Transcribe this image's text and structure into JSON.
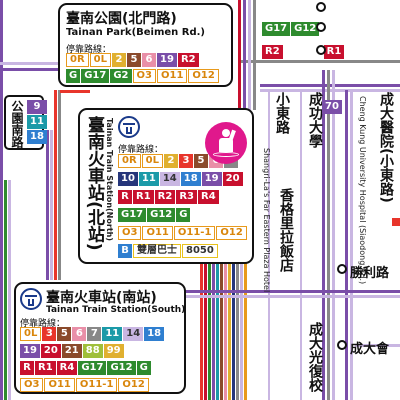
{
  "station_beimen": {
    "name_zh": "臺南公園(北門路)",
    "name_en": "Tainan Park(Beimen Rd.)",
    "label": "停靠路線：",
    "row1": [
      "0R",
      "0L",
      "2",
      "5",
      "6",
      "19",
      "R2"
    ],
    "row2": [
      "G",
      "G17",
      "G2",
      "O3",
      "O11",
      "O12"
    ]
  },
  "station_north": {
    "name_zh": "臺南火車站(北站)",
    "name_en": "Tainan Train Station(North)",
    "label": "停靠路線：",
    "row1": [
      "0R",
      "0L",
      "2",
      "3",
      "5",
      "6",
      "7"
    ],
    "row2": [
      "10",
      "11",
      "14",
      "18",
      "19",
      "20"
    ],
    "row3": [
      "R",
      "R1",
      "R2",
      "R3",
      "R4"
    ],
    "row4": [
      "G17",
      "G12",
      "G"
    ],
    "row5": [
      "O3",
      "O11",
      "O11-1",
      "O12"
    ],
    "row6": [
      "B",
      "雙層巴士",
      "8050"
    ]
  },
  "station_south": {
    "name_zh": "臺南火車站(南站)",
    "name_en": "Tainan Train Station(South)",
    "label": "停靠路線：",
    "row1": [
      "0L",
      "3",
      "5",
      "6",
      "7",
      "11",
      "14",
      "18"
    ],
    "row2": [
      "19",
      "20",
      "21",
      "88",
      "99"
    ],
    "row3": [
      "R",
      "R1",
      "R4",
      "G17",
      "G12",
      "G"
    ],
    "row4": [
      "O3",
      "O11",
      "O11-1",
      "O12"
    ]
  },
  "park_south_rd": {
    "name": "公園南路",
    "routes": [
      "9",
      "11",
      "18"
    ]
  },
  "top_chips": {
    "row1": [
      "G17",
      "G12"
    ],
    "row2": [
      "R2",
      "R1"
    ]
  },
  "streets": {
    "xiaodong": "小東路",
    "chenggong": "成功大學",
    "shangri_en": "Shangri-La's Far Eastern Plaza Hotel",
    "shangri_zh": "香格里拉飯店",
    "chengda_guangfu": "成大光復校",
    "shengli": "勝利路",
    "chengda": "成大會",
    "hospital_zh": "成大醫院(小東路)",
    "hospital_en": "Cheng Kung University Hospital (Siaodong Rd.)",
    "side_chip": "70"
  },
  "colors": {
    "red": "#e8352b",
    "red_dark": "#c8102e",
    "brown": "#8b4a2b",
    "green": "#2e8b2e",
    "purple": "#7a4ea8",
    "teal": "#1b9aa8",
    "navy": "#25357a",
    "orange": "#e89a1c",
    "gold": "#e0b030",
    "blue": "#2f7fd0",
    "magenta": "#e0188c",
    "gray": "#888888",
    "lilac": "#c9b6e2",
    "pink": "#e98fa8"
  }
}
